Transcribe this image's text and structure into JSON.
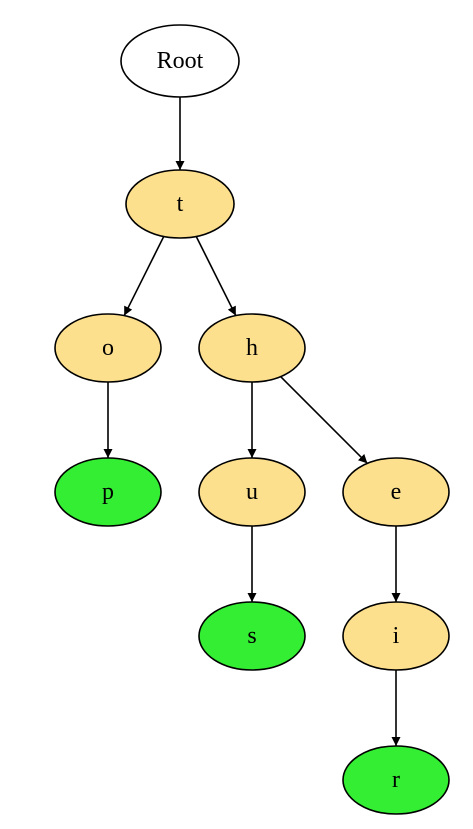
{
  "trie": {
    "nodes": [
      {
        "id": "root",
        "label": "Root",
        "kind": "root"
      },
      {
        "id": "t",
        "label": "t",
        "kind": "inner"
      },
      {
        "id": "o",
        "label": "o",
        "kind": "inner"
      },
      {
        "id": "h",
        "label": "h",
        "kind": "inner"
      },
      {
        "id": "p",
        "label": "p",
        "kind": "terminal"
      },
      {
        "id": "u",
        "label": "u",
        "kind": "inner"
      },
      {
        "id": "e",
        "label": "e",
        "kind": "inner"
      },
      {
        "id": "s",
        "label": "s",
        "kind": "terminal"
      },
      {
        "id": "i",
        "label": "i",
        "kind": "inner"
      },
      {
        "id": "r",
        "label": "r",
        "kind": "terminal"
      }
    ],
    "edges": [
      {
        "from": "root",
        "to": "t"
      },
      {
        "from": "t",
        "to": "o"
      },
      {
        "from": "t",
        "to": "h"
      },
      {
        "from": "o",
        "to": "p"
      },
      {
        "from": "h",
        "to": "u"
      },
      {
        "from": "h",
        "to": "e"
      },
      {
        "from": "u",
        "to": "s"
      },
      {
        "from": "e",
        "to": "i"
      },
      {
        "from": "i",
        "to": "r"
      }
    ]
  },
  "colors": {
    "root_fill": "#ffffff",
    "inner_fill": "#fde08e",
    "terminal_fill": "#33ee33",
    "stroke": "#000000"
  }
}
